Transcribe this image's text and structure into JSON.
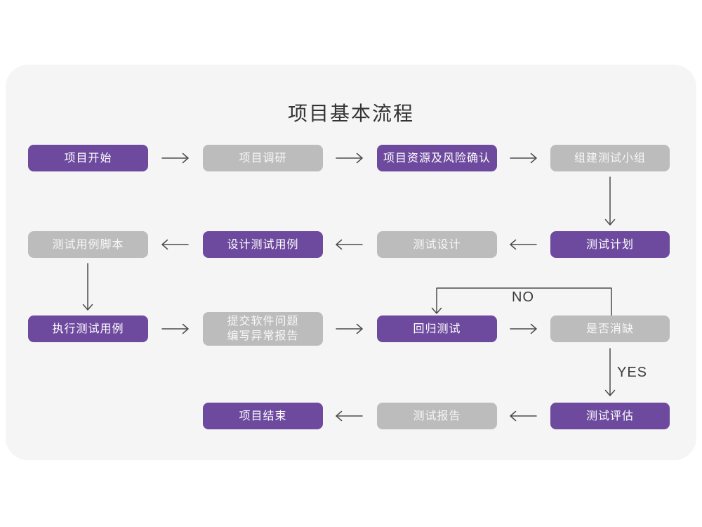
{
  "title": "项目基本流程",
  "colors": {
    "primary": "#6d4a9e",
    "secondary": "#bcbcbc",
    "card-bg": "#f5f5f6",
    "arrow": "#4d4d4d",
    "title-color": "#333333",
    "label-color": "#3d3d3d"
  },
  "decision_labels": {
    "no": "NO",
    "yes": "YES"
  },
  "nodes": [
    {
      "id": "project-start",
      "label": "项目开始",
      "style": "primary"
    },
    {
      "id": "project-research",
      "label": "项目调研",
      "style": "secondary"
    },
    {
      "id": "resource-risk-confirm",
      "label": "项目资源及风险确认",
      "style": "primary"
    },
    {
      "id": "form-test-team",
      "label": "组建测试小组",
      "style": "secondary"
    },
    {
      "id": "test-plan",
      "label": "测试计划",
      "style": "primary"
    },
    {
      "id": "test-design",
      "label": "测试设计",
      "style": "secondary"
    },
    {
      "id": "design-test-cases",
      "label": "设计测试用例",
      "style": "primary"
    },
    {
      "id": "test-case-scripts",
      "label": "测试用例脚本",
      "style": "secondary"
    },
    {
      "id": "execute-test-cases",
      "label": "执行测试用例",
      "style": "primary"
    },
    {
      "id": "submit-issue-report",
      "lines": [
        "提交软件问题",
        "编写异常报告"
      ],
      "style": "secondary"
    },
    {
      "id": "regression-test",
      "label": "回归测试",
      "style": "primary"
    },
    {
      "id": "defect-resolved",
      "label": "是否消缺",
      "style": "secondary"
    },
    {
      "id": "test-evaluation",
      "label": "测试评估",
      "style": "primary"
    },
    {
      "id": "test-report",
      "label": "测试报告",
      "style": "secondary"
    },
    {
      "id": "project-end",
      "label": "项目结束",
      "style": "primary"
    }
  ]
}
